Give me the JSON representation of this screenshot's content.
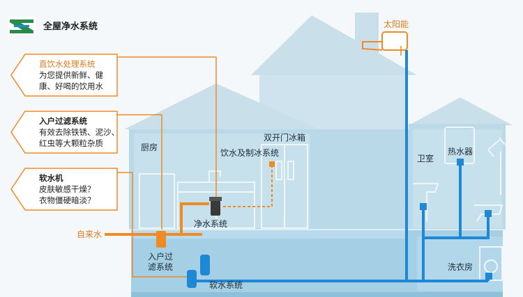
{
  "header": {
    "title": "全屋净水系统"
  },
  "callouts": [
    {
      "title": "直饮水处理系统",
      "lines": [
        "为您提供新鲜、健",
        "康、好喝的饮用水"
      ]
    },
    {
      "title": "入户过滤系统",
      "lines": [
        "有效去除铁锈、泥沙、",
        "红虫等大颗粒杂质"
      ]
    },
    {
      "title": "软水机",
      "lines": [
        "皮肤敏感干燥？",
        "衣物僵硬暗淡？"
      ]
    }
  ],
  "labels": {
    "solar": "太阳能",
    "kitchen": "厨房",
    "fridge": "双开门冰箱",
    "drink_ice": "饮水及制冰系统",
    "purifier": "净水系统",
    "tap_water": "自来水",
    "inlet_filter_1": "入户过",
    "inlet_filter_2": "滤系统",
    "softener": "软水系统",
    "bathroom": "卫室",
    "heater": "热水器",
    "laundry": "洗衣房"
  },
  "colors": {
    "house_top": "#d3e6f0",
    "house_mid": "#b6d6e6",
    "basement": "#9fcbe2",
    "room_line": "#eaf4f9",
    "orange": "#f08a24",
    "blue": "#1e88d6",
    "dark_text": "#222222",
    "label_text": "#1f2f3a",
    "logo_green": "#2a8a4a"
  }
}
